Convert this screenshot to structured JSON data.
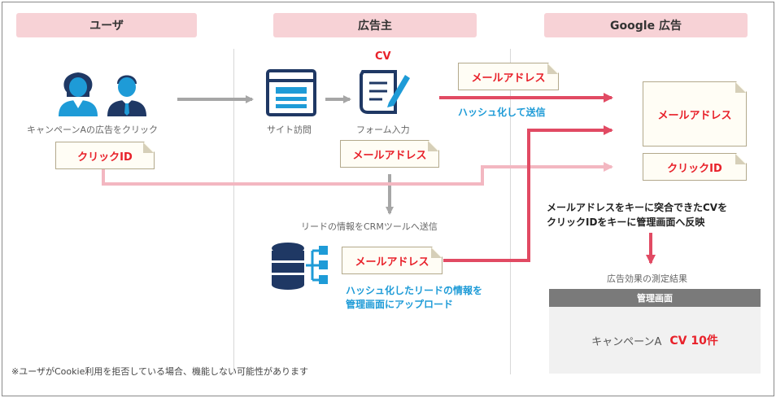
{
  "columns": {
    "user": "ユーザ",
    "advertiser": "広告主",
    "google": "Google 広告"
  },
  "user": {
    "caption": "キャンペーンAの広告をクリック",
    "click_id": "クリックID"
  },
  "advertiser": {
    "site_visit": "サイト訪問",
    "form_input": "フォーム入力",
    "cv": "CV",
    "email_form": "メールアドレス",
    "email_sent": "メールアドレス",
    "hash_send": "ハッシュ化して送信",
    "crm_send": "リードの情報をCRMツールへ送信",
    "email_crm": "メールアドレス",
    "crm_upload_line1": "ハッシュ化したリードの情報を",
    "crm_upload_line2": "管理画面にアップロード"
  },
  "google": {
    "email": "メールアドレス",
    "click_id": "クリックID",
    "reflect_line1": "メールアドレスをキーに突合できたCVを",
    "reflect_line2": "クリックIDをキーに管理画面へ反映",
    "result_label": "広告効果の測定結果",
    "panel_title": "管理画面",
    "panel_campaign": "キャンペーンA",
    "panel_cv": "CV 10件"
  },
  "footnote": "※ユーザがCookie利用を拒否している場合、機能しない可能性があります",
  "colors": {
    "header_bg": "#f7d2d6",
    "red": "#e8212a",
    "arrow_red": "#e14a63",
    "arrow_pink": "#f3b7c1",
    "blue": "#1e9bd7",
    "navy": "#1f3864"
  }
}
